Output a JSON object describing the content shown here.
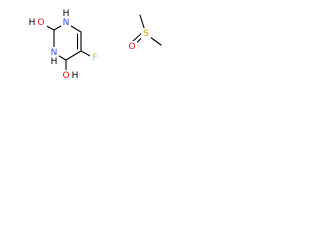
{
  "molecules": {
    "fluorouracil": {
      "labels": {
        "n1": "N",
        "h1": "H",
        "n3": "N",
        "h3": "H",
        "o2": "O",
        "h2": "H",
        "o4": "O",
        "h4": "H",
        "f5": "F"
      }
    },
    "dmso": {
      "labels": {
        "s": "S",
        "o": "O"
      }
    }
  },
  "colors": {
    "bond": "#000000",
    "nitrogen": "#3050F8",
    "oxygen": "#FF0D0D",
    "fluorine": "#90E050",
    "sulfur": "#C8A800",
    "hydrogen": "#000000",
    "background": "#ffffff"
  }
}
